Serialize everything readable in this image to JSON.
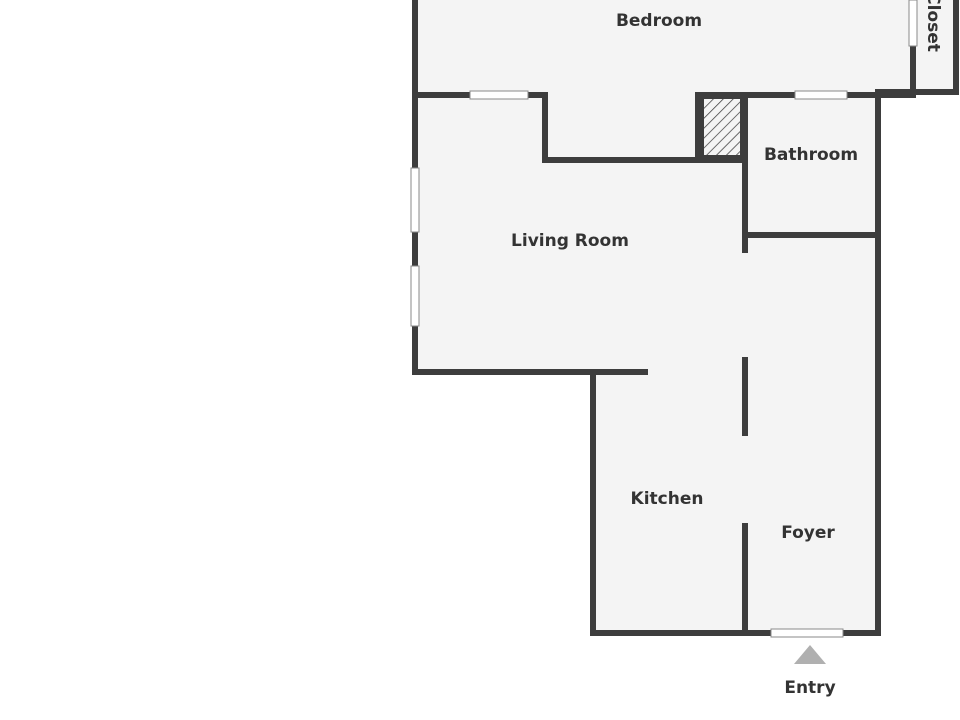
{
  "floorplan": {
    "rooms": {
      "bedroom": "Bedroom",
      "closet": "Closet",
      "bathroom": "Bathroom",
      "living_room": "Living Room",
      "kitchen": "Kitchen",
      "foyer": "Foyer"
    },
    "entry_label": "Entry",
    "colors": {
      "wall": "#3d3d3d",
      "floor": "#f4f4f4",
      "background": "#ffffff",
      "label": "#333333",
      "entry_arrow": "#b0b0b0"
    }
  }
}
